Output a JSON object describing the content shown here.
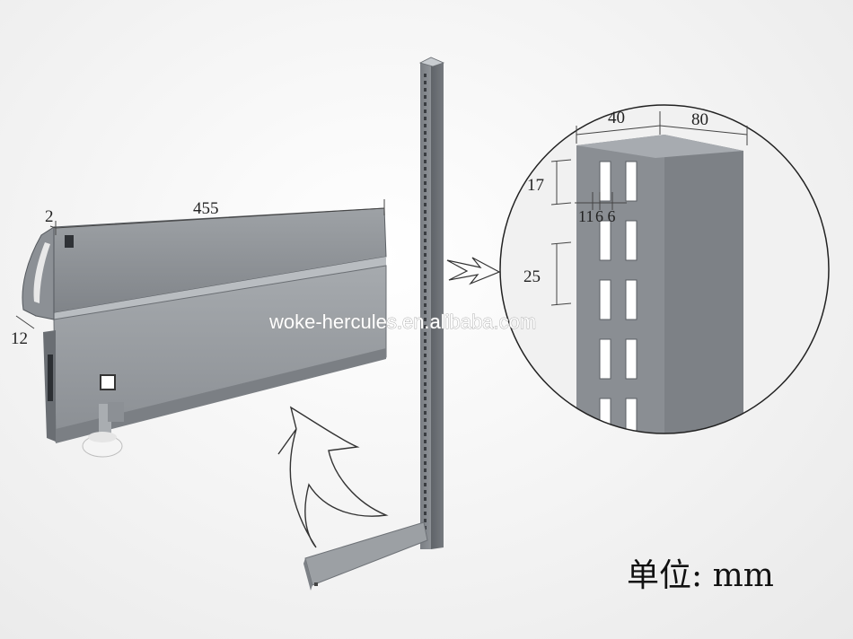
{
  "dimensions": {
    "beam_length": "455",
    "beam_lip": "2",
    "beam_depth": "12",
    "post_width": "40",
    "post_depth": "80",
    "slot_height": "17",
    "slot_pitch": "25",
    "slot_offsets": "11",
    "slot_widths": "6 6"
  },
  "watermark": "woke-hercules.en.alibaba.com",
  "unit_label": "单位:  mm",
  "colors": {
    "metal_dark": "#6e7276",
    "metal_mid": "#8d9196",
    "metal_light": "#b4b8bc",
    "background": "#f3f3f3"
  }
}
